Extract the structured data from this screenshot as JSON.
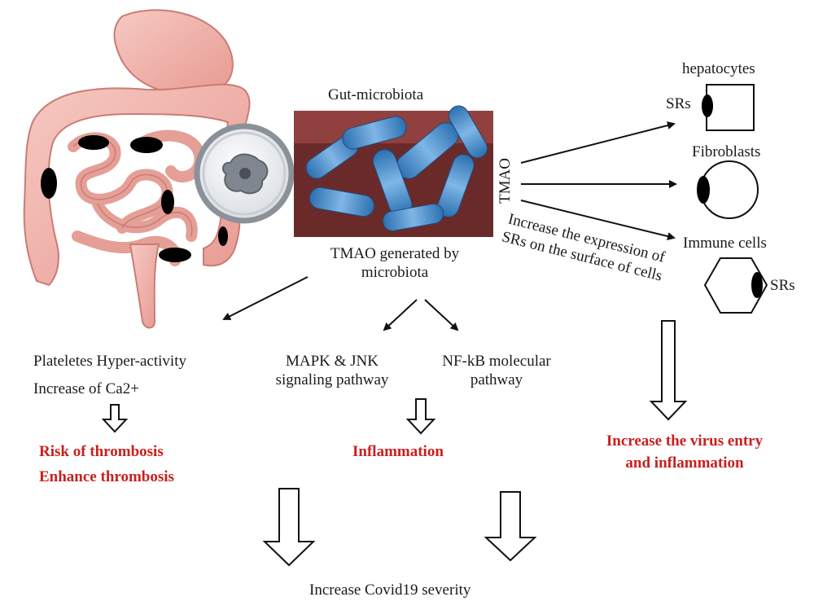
{
  "labels": {
    "gut_microbiota": "Gut-microbiota",
    "tmao_generated_line1": "TMAO generated by",
    "tmao_generated_line2": "microbiota",
    "tmao": "TMAO",
    "hepatocytes": "hepatocytes",
    "srs_top": "SRs",
    "fibroblasts": "Fibroblasts",
    "immune_cells": "Immune cells",
    "srs_immune": "SRs",
    "increase_expression_line1": "Increase the expression of",
    "increase_expression_line2": "SRs on the surface of cells",
    "platelets_line1": "Plateletes Hyper-activity",
    "platelets_line2": "Increase of Ca2+",
    "mapk_line1": "MAPK & JNK",
    "mapk_line2": "signaling pathway",
    "nfkb_line1": "NF-kB molecular",
    "nfkb_line2": "pathway",
    "risk_thrombosis": "Risk of thrombosis",
    "enhance_thrombosis": "Enhance thrombosis",
    "inflammation": "Inflammation",
    "virus_entry_line1": "Increase the virus entry",
    "virus_entry_line2": "and inflammation",
    "covid_severity": "Increase Covid19 severity"
  },
  "colors": {
    "accent_red": "#c8201e",
    "bacteria_blue": "#4f8fcf",
    "intestine_pink": "#eeaba3"
  }
}
